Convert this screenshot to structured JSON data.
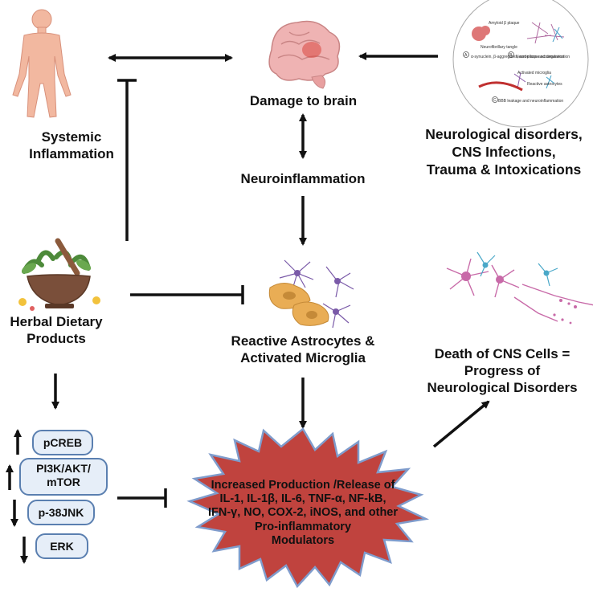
{
  "nodes": {
    "systemic": [
      "Systemic",
      "Inflammation"
    ],
    "damage": "Damage to brain",
    "neuroinflammation": "Neuroinflammation",
    "disorders": [
      "Neurological disorders,",
      "CNS Infections,",
      "Trauma & Intoxications"
    ],
    "herbal": [
      "Herbal Dietary",
      "Products"
    ],
    "reactive": [
      "Reactive Astrocytes &",
      "Activated Microglia"
    ],
    "death": [
      "Death of CNS Cells =",
      "Progress of",
      "Neurological Disorders"
    ],
    "cytokines": [
      "Increased Production /Release of",
      "IL-1, IL-1β, IL-6, TNF-α, NF-kB,",
      "IFN-γ, NO, COX-2, iNOS, and other",
      "Pro-inflammatory",
      "Modulators"
    ]
  },
  "pathways": [
    {
      "label": [
        "pCREB"
      ],
      "direction": "up"
    },
    {
      "label": [
        "PI3K/AKT/",
        "mTOR"
      ],
      "direction": "up"
    },
    {
      "label": [
        "p-38JNK"
      ],
      "direction": "down"
    },
    {
      "label": [
        "ERK"
      ],
      "direction": "down"
    }
  ],
  "inset": {
    "labels": [
      "Amyloid β plaque",
      "Neurofibrillary tangle",
      "α-synuclein, β-aggregates, and plaque accumulation",
      "Neuron loss and degeneration",
      "Activated microglia",
      "Reactive astrocytes",
      "BBB leakage and neuroinflammation"
    ],
    "markers": [
      "A",
      "B",
      "C"
    ]
  },
  "colors": {
    "star_fill": "#c0433e",
    "star_stroke": "#7f9ccc",
    "pill_fill": "#e6eef8",
    "pill_border": "#5a7fb0",
    "astrocyte_purple": "#7a5aa8",
    "cell_orange": "#e9ad55",
    "body_skin": "#f2b8a0",
    "brain_pink": "#efb3b3"
  },
  "icons": [
    "human-body-icon",
    "brain-icon",
    "pathology-inset-icon",
    "herbal-mortar-icon",
    "glial-cells-icon",
    "dying-neurons-icon"
  ]
}
